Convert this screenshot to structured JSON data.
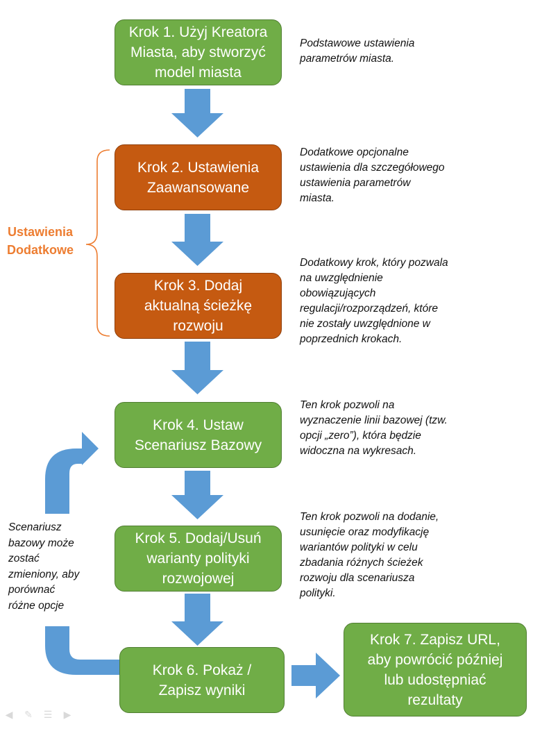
{
  "steps": {
    "step1": "Krok 1. Użyj Kreatora\nMiasta, aby stworzyć\nmodel miasta",
    "step2": "Krok 2. Ustawienia\nZaawansowane",
    "step3": "Krok 3. Dodaj\naktualną ścieżkę\nrozwoju",
    "step4": "Krok 4. Ustaw\nScenariusz Bazowy",
    "step5": "Krok 5. Dodaj/Usuń\nwarianty polityki\nrozwojowej",
    "step6": "Krok 6. Pokaż /\nZapisz wyniki",
    "step7": "Krok 7. Zapisz URL,\naby powrócić później\nlub udostępniać\nrezultaty"
  },
  "notes": {
    "note1": "Podstawowe  ustawienia\nparametrów  miasta.",
    "note2": "Dodatkowe  opcjonalne\nustawienia dla szczegółowego\nustawienia parametrów\nmiasta.",
    "note3": "Dodatkowy  krok, który pozwala\nna uwzględnienie\nobowiązujących\nregulacji/rozporządzeń,  które\nnie zostały uwzględnione  w\npoprzednich krokach.",
    "note4": "Ten krok pozwoli na\nwyznaczenie linii bazowej (tzw.\nopcji „zero”), która będzie\nwidoczna  na wykresach.",
    "note5": "Ten krok pozwoli na dodanie,\nusunięcie oraz modyfikację\nwariantów polityki w celu\nzbadania  różnych ścieżek\nrozwoju dla scenariusza\npolityki.",
    "loop_note": "Scenariusz\nbazowy może\nzostać\nzmieniony, aby\nporównać\nróżne opcje"
  },
  "side_label": "Ustawienia\nDodatkowe",
  "colors": {
    "green": "#70ad47",
    "orange": "#c55a11",
    "arrow": "#5b9bd5",
    "bracket": "#ed7d31",
    "label": "#ed7d31"
  },
  "toolbar_icons": [
    "arrow-left-icon",
    "pen-icon",
    "menu-icon",
    "arrow-right-icon"
  ]
}
